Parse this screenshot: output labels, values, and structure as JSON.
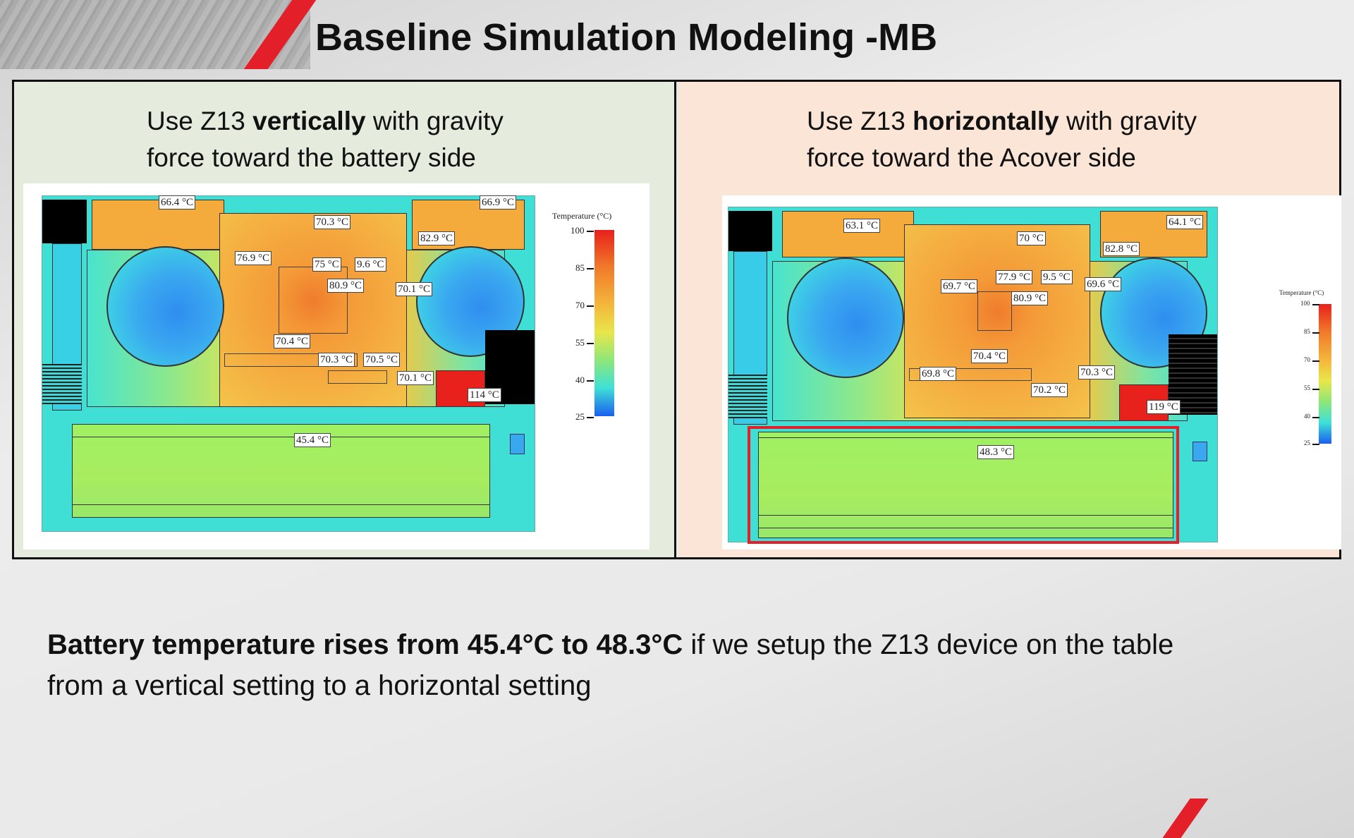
{
  "slide": {
    "title": "Baseline Simulation Modeling -MB",
    "accent_color": "#e3202a"
  },
  "left_panel": {
    "heading_line1_pre": "Use Z13 ",
    "heading_line1_bold": "vertically",
    "heading_line1_post": " with gravity",
    "heading_line2": "force toward the battery side",
    "labels": [
      "66.4 °C",
      "66.9 °C",
      "70.3 °C",
      "82.9 °C",
      "76.9 °C",
      "75 °C",
      "9.6 °C",
      "80.9 °C",
      "70.1 °C",
      "70.4 °C",
      "70.3 °C",
      "70.5 °C",
      "70.1 °C",
      "114 °C",
      "45.4 °C"
    ],
    "legend": {
      "title": "Temperature (°C)",
      "ticks": [
        "100",
        "85",
        "70",
        "55",
        "40",
        "25"
      ]
    }
  },
  "right_panel": {
    "heading_line1_pre": "Use Z13 ",
    "heading_line1_bold": "horizontally",
    "heading_line1_post": " with gravity",
    "heading_line2": "force toward the Acover side",
    "labels": [
      "63.1 °C",
      "64.1 °C",
      "70 °C",
      "82.8 °C",
      "77.9 °C",
      "9.5 °C",
      "69.7 °C",
      "69.6 °C",
      "80.9 °C",
      "70.4 °C",
      "69.8 °C",
      "70.3 °C",
      "70.2 °C",
      "119 °C",
      "48.3 °C"
    ],
    "legend": {
      "title": "Temperature (°C)",
      "ticks": [
        "100",
        "85",
        "70",
        "55",
        "40",
        "25"
      ]
    }
  },
  "summary": {
    "bold": "Battery temperature rises from 45.4°C to 48.3°C",
    "rest_line1": " if we setup the Z13 device on the table",
    "line2": "from a vertical setting to a horizontal setting"
  }
}
